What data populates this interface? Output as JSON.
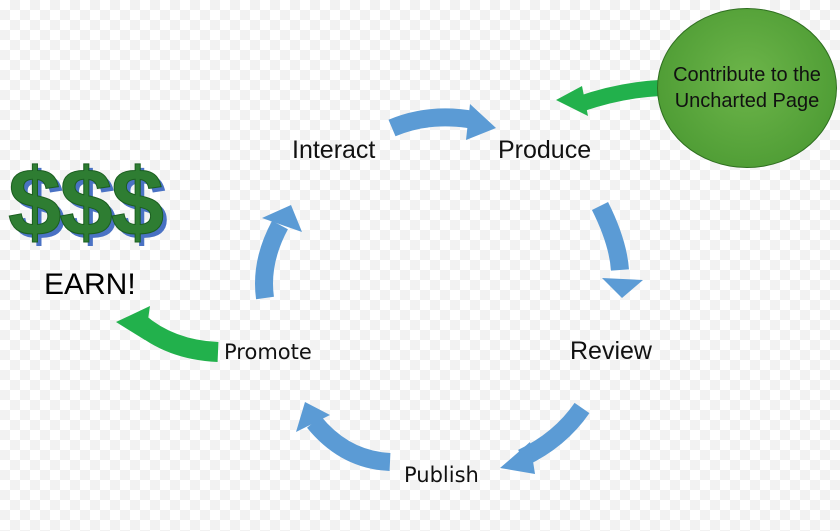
{
  "cycle": {
    "interact": "Interact",
    "produce": "Produce",
    "review": "Review",
    "publish": "Publish",
    "promote": "Promote"
  },
  "earn": {
    "symbols": "$$$",
    "label": "EARN!"
  },
  "bubble": {
    "text": "Contribute to the Uncharted Page"
  },
  "colors": {
    "cycle_arrow": "#5b9bd5",
    "green_arrow": "#22b14c",
    "bubble_fill": "#5aa63f",
    "dollar_green": "#2e7d32",
    "dollar_shadow": "#4a72c4"
  }
}
